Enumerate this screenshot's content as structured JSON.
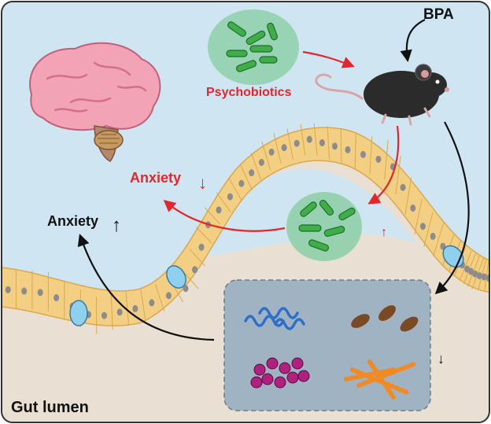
{
  "labels": {
    "bpa": "BPA",
    "psychobiotics": "Psychobiotics",
    "anxiety_red": "Anxiety",
    "anxiety_black": "Anxiety",
    "gut_lumen": "Gut lumen",
    "arrow_down": "↓",
    "arrow_up": "↑"
  },
  "colors": {
    "background": "#cfe6f2",
    "lumen": "#eadfd3",
    "cell": "#f3cf84",
    "cell_border": "#d9a94e",
    "nucleus": "#8c8c8c",
    "goblet_cell": "#8ed0ee",
    "microvilli": "#e89a3a",
    "bacteria": "#3fae49",
    "bubble": "#8fcfaa",
    "red_accent": "#e3262b",
    "black": "#111111",
    "brain": "#f2a3b6",
    "mouse": "#2b2b2b",
    "box": "#9fb3c2",
    "microbe_blue": "#2d6fc9",
    "microbe_brown": "#7a4a24",
    "microbe_magenta": "#b0207f",
    "microbe_orange": "#f08a25"
  },
  "icons": [
    "brain-icon",
    "mouse-icon",
    "bacteria-icon",
    "microbe-icon"
  ]
}
